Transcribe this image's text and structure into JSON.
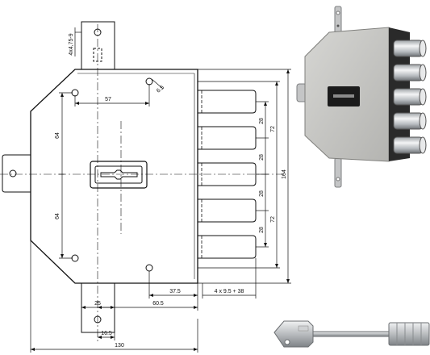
{
  "drawing": {
    "dims": {
      "width_total": "130",
      "plate_width": "60.5",
      "key_offset": "37.5",
      "bolt_spec": "4 x 9.5 + 38",
      "top_spacing": "57",
      "upper_64": "64",
      "lower_64": "64",
      "bolt_28_1": "28",
      "bolt_28_2": "28",
      "bolt_28_3": "28",
      "bolt_28_4": "28",
      "height_72_top": "72",
      "height_72_bottom": "72",
      "height_164": "164",
      "bracket_25": "25",
      "bracket_16_5": "16.5",
      "hole_dia": "6.5",
      "screw_spec": "4x4,75-9"
    }
  },
  "colors": {
    "line": "#111111",
    "lock_body": "#c9c9c7",
    "lock_dark": "#2a2a2a",
    "bolt_chrome": "#d8dadc"
  }
}
